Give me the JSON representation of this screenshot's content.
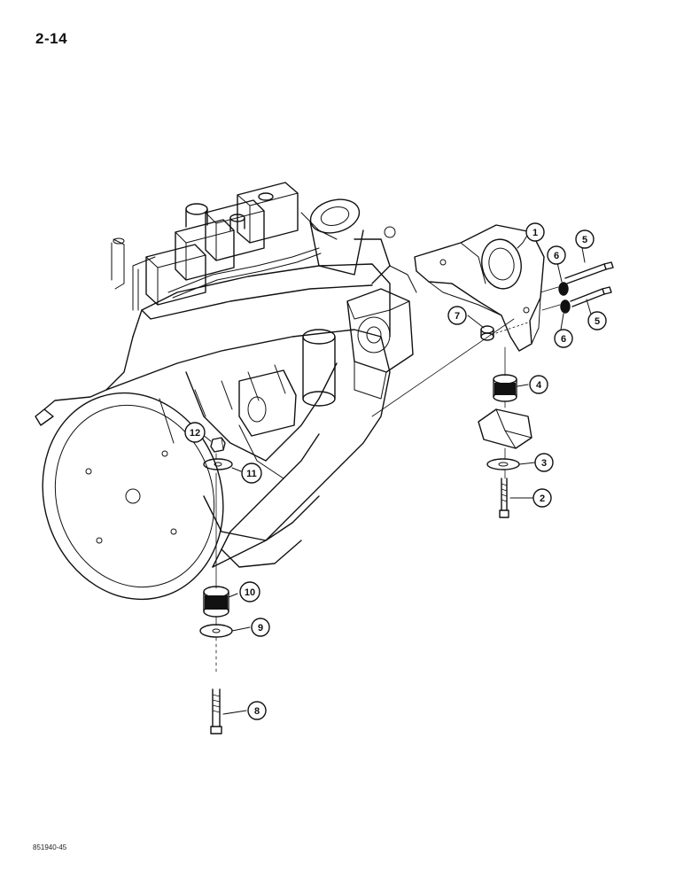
{
  "page": {
    "number": "2-14",
    "figure_code": "851940-45"
  },
  "callouts": [
    {
      "id": "1",
      "label": "1"
    },
    {
      "id": "2",
      "label": "2"
    },
    {
      "id": "3",
      "label": "3"
    },
    {
      "id": "4",
      "label": "4"
    },
    {
      "id": "5a",
      "label": "5"
    },
    {
      "id": "5b",
      "label": "5"
    },
    {
      "id": "6a",
      "label": "6"
    },
    {
      "id": "6b",
      "label": "6"
    },
    {
      "id": "7",
      "label": "7"
    },
    {
      "id": "8",
      "label": "8"
    },
    {
      "id": "9",
      "label": "9"
    },
    {
      "id": "10",
      "label": "10"
    },
    {
      "id": "11",
      "label": "11"
    },
    {
      "id": "12",
      "label": "12"
    }
  ]
}
